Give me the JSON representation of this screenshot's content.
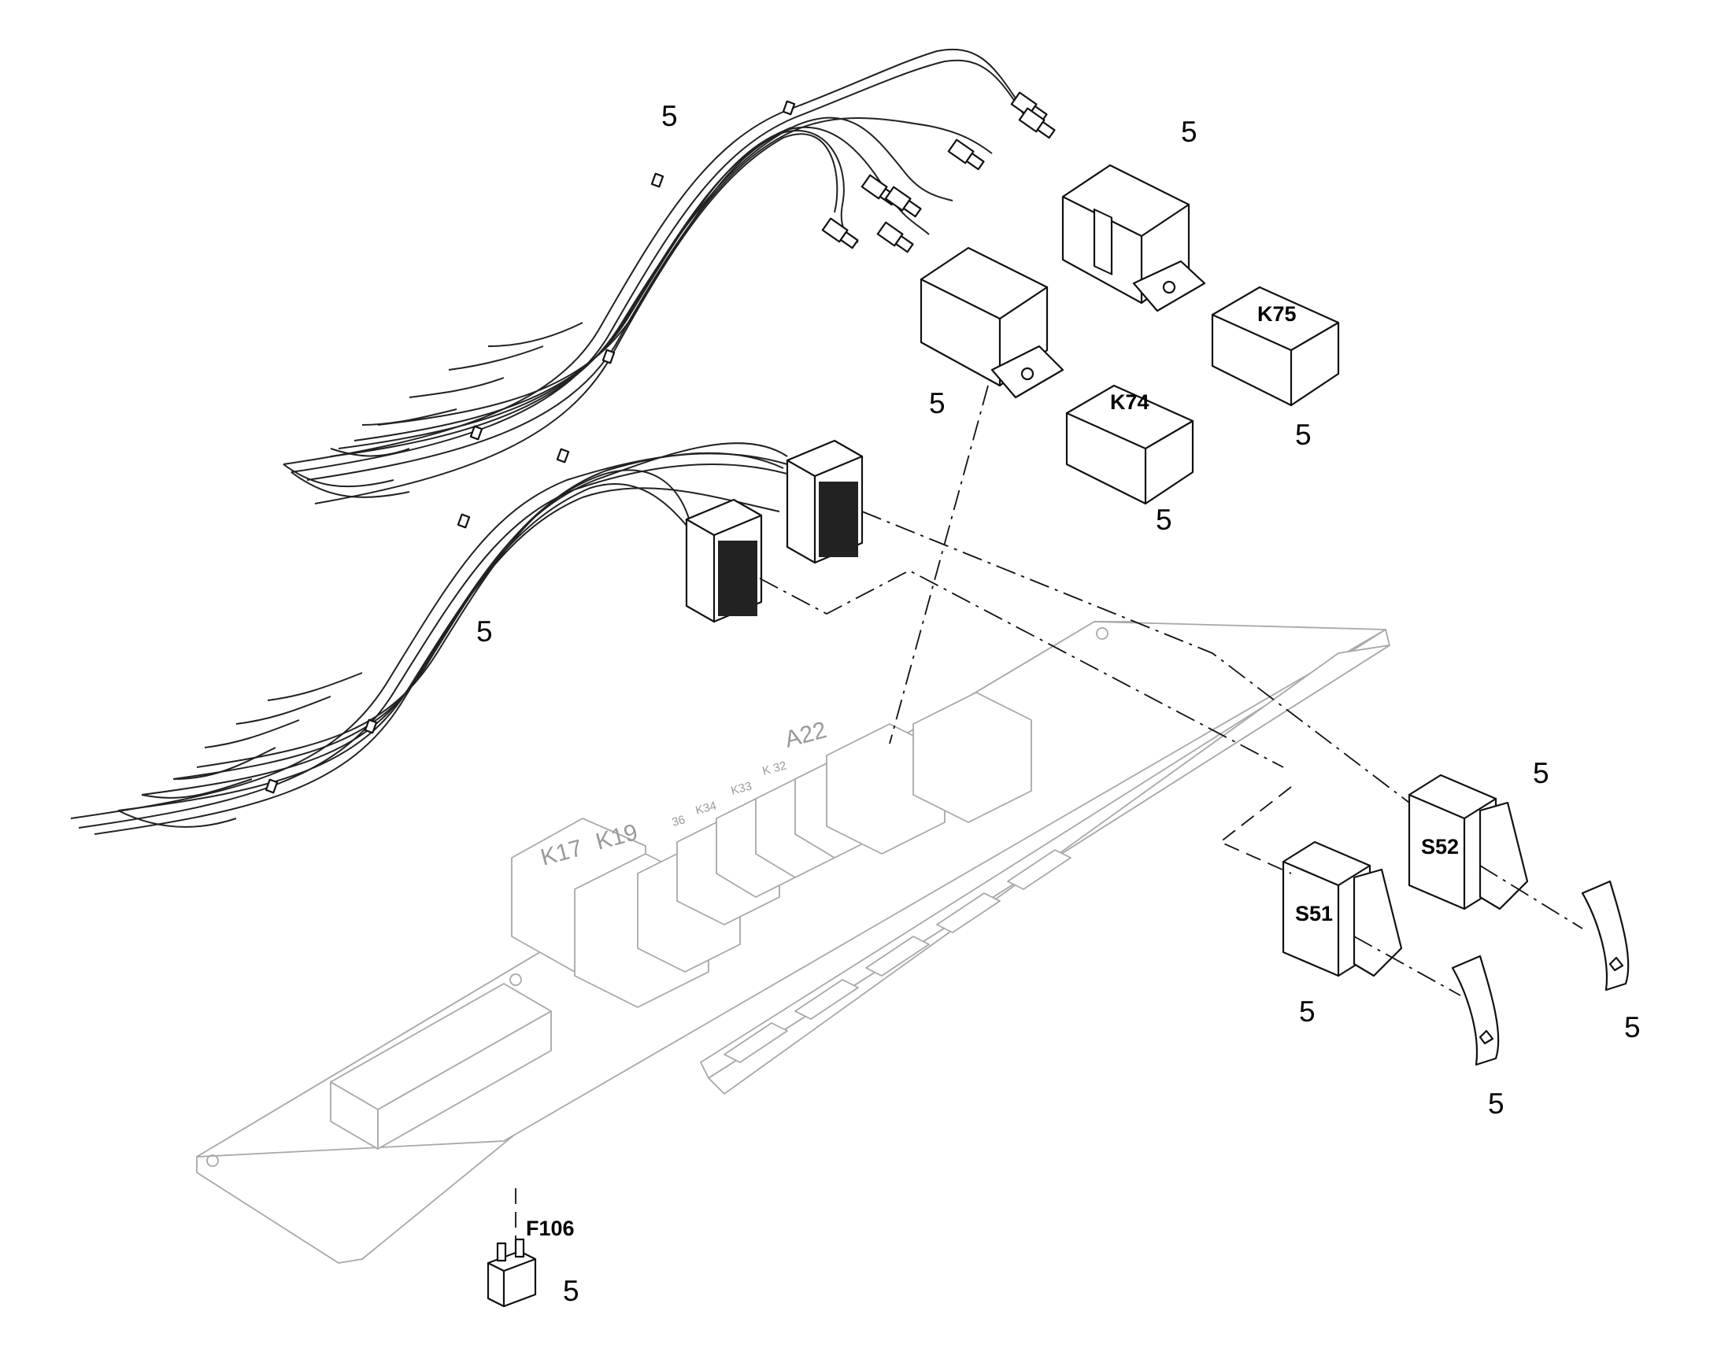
{
  "labels": {
    "harness_upper_num": "5",
    "harness_lower_num": "5",
    "relay_top_num": "5",
    "relay_left_num": "5",
    "relay_k74_num": "5",
    "relay_k75_num": "5",
    "switch_s52_num": "5",
    "switch_s51_num": "5",
    "cap_right_num": "5",
    "cap_left_num": "5",
    "fuse_num": "5"
  },
  "tags": {
    "k74": "K74",
    "k75": "K75",
    "s51": "S51",
    "s52": "S52",
    "f106": "F106"
  },
  "board_tags": {
    "k17": "K17",
    "k19": "K19",
    "k36": "36",
    "k34": "K34",
    "k33": "K33",
    "k32": "K 32",
    "a22": "A22"
  }
}
